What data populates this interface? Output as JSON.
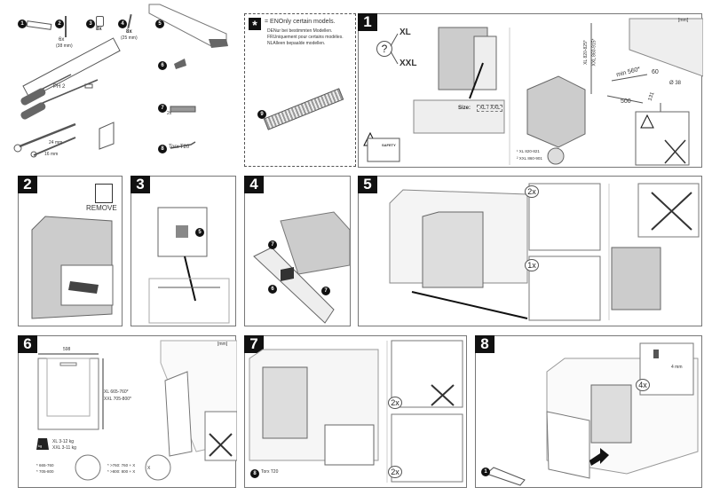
{
  "parts": {
    "items": [
      {
        "num": "1",
        "label": ""
      },
      {
        "num": "2",
        "label": "6x",
        "sub": "(38 mm)"
      },
      {
        "num": "3",
        "label": "8x"
      },
      {
        "num": "4",
        "label": "8x",
        "sub": "(25 mm)"
      },
      {
        "num": "5",
        "label": ""
      },
      {
        "num": "6",
        "label": ""
      },
      {
        "num": "7",
        "label": "2x"
      },
      {
        "num": "8",
        "label": "Torx T20"
      }
    ],
    "tools": {
      "screwdriver": "PH 2",
      "wrench1": "24 mm",
      "wrench2": "16 mm"
    }
  },
  "note": {
    "symbol": "*",
    "en": "= ENOnly certain models.",
    "de": "DENur bei bestimmten Modellen.",
    "fr": "FRUniquement pour certains modèles.",
    "nl": "NLAlleen bepaalde modellen.",
    "part": "9"
  },
  "step1": {
    "num": "1",
    "xl": "XL",
    "xxl": "XXL",
    "question": "?",
    "size_label": "Size:",
    "size_value": "XL / XXL",
    "safety": "SAFETY",
    "unit": "[mm]",
    "min_width": "min 560*",
    "depth": "500",
    "dim60": "60",
    "hole": "Ø 38",
    "height131": "131",
    "height_xl": "XL 820-825*",
    "height_xxl": "XXL 860-915*",
    "foot_xl": "¹ XL  820-821",
    "foot_xxl": "² XXL  860-901"
  },
  "step2": {
    "num": "2",
    "remove": "REMOVE"
  },
  "step3": {
    "num": "3",
    "part": "5"
  },
  "step4": {
    "num": "4",
    "part_a": "7",
    "part_b": "6",
    "part_c": "7"
  },
  "step5": {
    "num": "5",
    "count_a": "2x",
    "count_b": "1x"
  },
  "step6": {
    "num": "6",
    "unit": "[mm]",
    "width": "598",
    "h_xl": "XL   665-760*",
    "h_xxl": "XXL  705-800*",
    "w_xl": "XL    3-12   kg",
    "w_xxl": "XXL   3-11   kg",
    "kg": "kg",
    "n1": "* 665-760",
    "n2": "* 705-800",
    "n3": "* >760: 760 + X",
    "n4": "* >800: 800 + X",
    "x": "X"
  },
  "step7": {
    "num": "7",
    "count_a": "2x",
    "count_b": "2x",
    "tool": "Torx T20",
    "part": "8"
  },
  "step8": {
    "num": "8",
    "count": "4x",
    "gap": "4 mm",
    "part": "1"
  },
  "colors": {
    "border": "#777777",
    "badge": "#111111",
    "panel_fill": "#d9d9d9"
  }
}
